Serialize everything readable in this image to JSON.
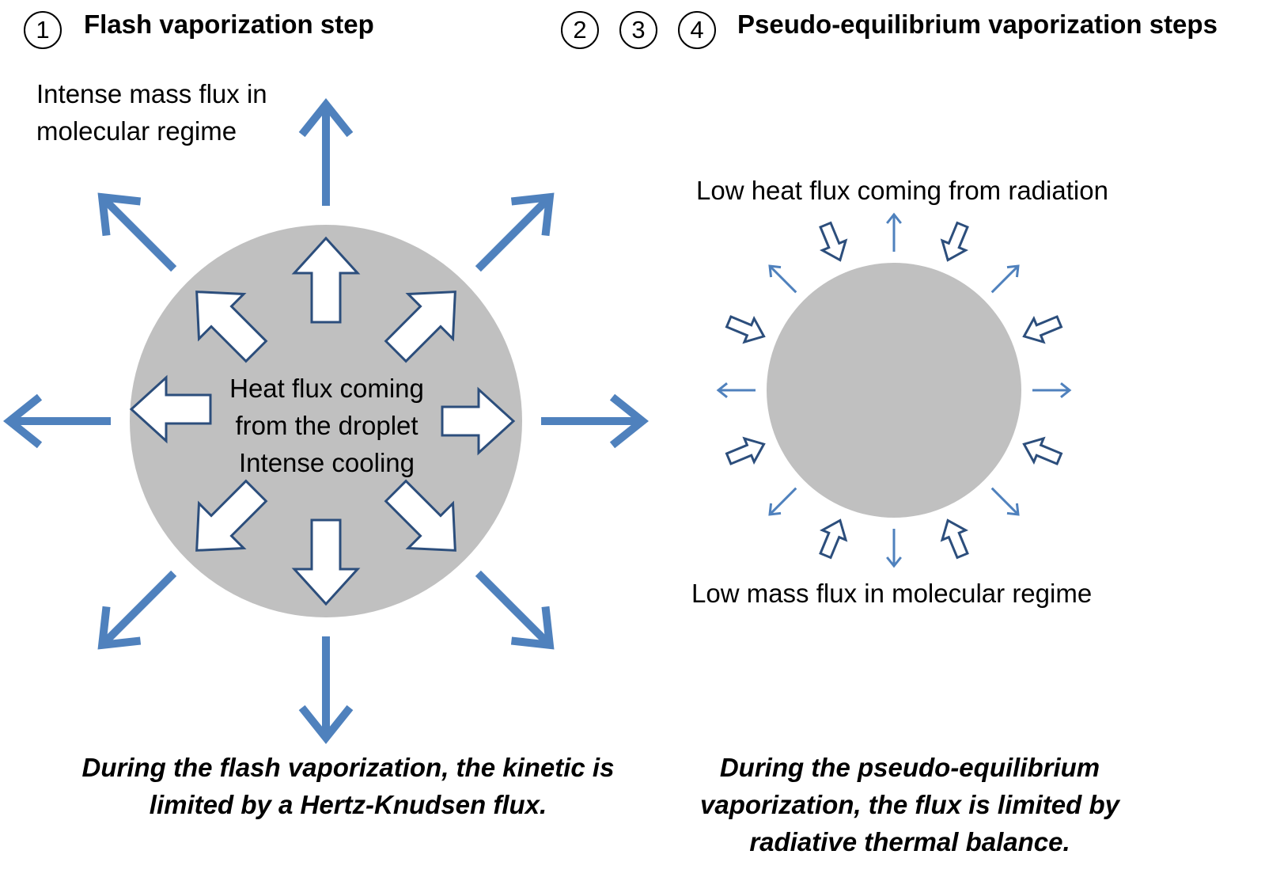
{
  "left_panel": {
    "step_number": "1",
    "title": "Flash vaporization step",
    "mass_flux_line1": "Intense  mass  flux  in",
    "mass_flux_line2": "molecular regime",
    "heat_line1": "Heat flux coming",
    "heat_line2": "from the droplet",
    "heat_line3": "Intense cooling",
    "caption_line1": "During the flash vaporization, the kinetic is",
    "caption_line2": "limited by a Hertz-Knudsen flux."
  },
  "right_panel": {
    "step_numbers": [
      "2",
      "3",
      "4"
    ],
    "title": "Pseudo-equilibrium vaporization steps",
    "heat_label": "Low heat flux coming from radiation",
    "mass_label": "Low mass flux in molecular regime",
    "caption_line1": "During the pseudo-equilibrium",
    "caption_line2": "vaporization, the flux is limited by",
    "caption_line3": "radiative thermal balance."
  },
  "colors": {
    "arrow_fill": "#4f81bd",
    "arrow_outline": "#2c4e7c",
    "droplet": "#c0c0c0"
  }
}
